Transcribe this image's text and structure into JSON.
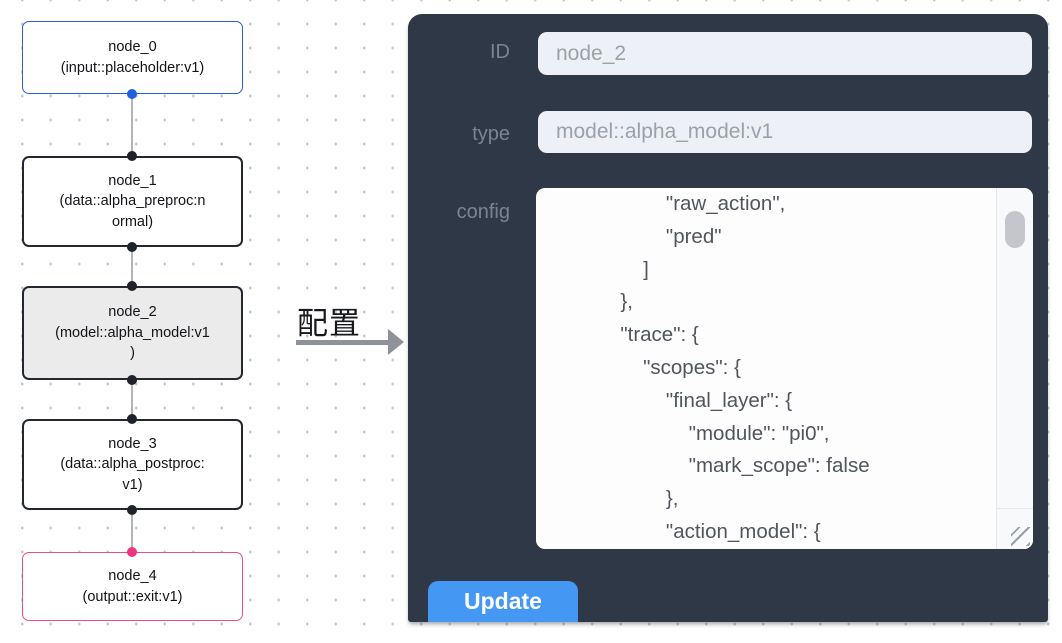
{
  "canvas": {
    "nodes": [
      {
        "id": "node_0",
        "label": "node_0\n(input::placeholder:v1)"
      },
      {
        "id": "node_1",
        "label": "node_1\n(data::alpha_preproc:n\normal)"
      },
      {
        "id": "node_2",
        "label": "node_2\n(model::alpha_model:v1\n)"
      },
      {
        "id": "node_3",
        "label": "node_3\n(data::alpha_postproc:\nv1)"
      },
      {
        "id": "node_4",
        "label": "node_4\n(output::exit:v1)"
      }
    ],
    "selected_node": "node_2",
    "colors": {
      "input_node_accent": "#2c5cd4",
      "output_node_accent": "#ec4d88",
      "default_node_border": "#23272e",
      "selected_node_fill": "#ebebec",
      "edge": "#b1b4ba"
    }
  },
  "transition": {
    "label": "配置"
  },
  "panel": {
    "background": "#2e3846",
    "fields": [
      {
        "name": "ID",
        "value": "node_2"
      },
      {
        "name": "type",
        "value": "model::alpha_model:v1"
      },
      {
        "name": "config",
        "value": "                    \"raw_action\",\n                    \"pred\"\n                ]\n            },\n            \"trace\": {\n                \"scopes\": {\n                    \"final_layer\": {\n                        \"module\": \"pi0\",\n                        \"mark_scope\": false\n                    },\n                    \"action_model\": {"
      }
    ],
    "update_label": "Update",
    "button_color": "#4498f3"
  }
}
